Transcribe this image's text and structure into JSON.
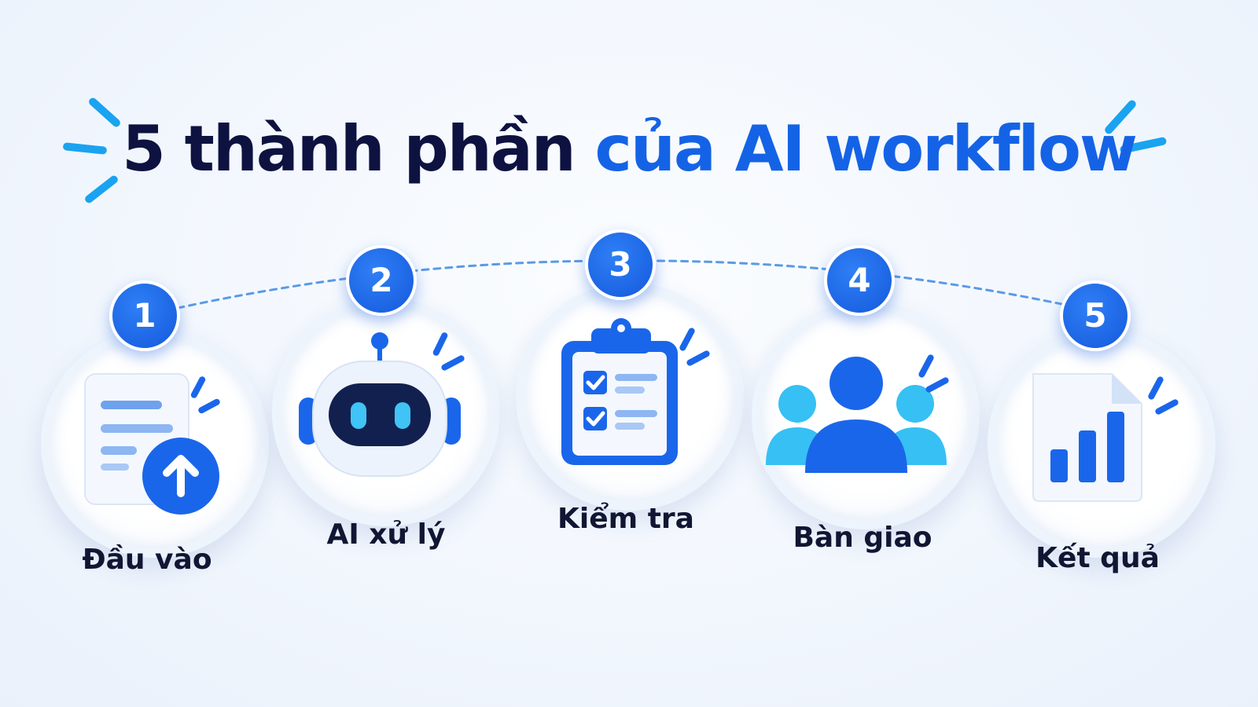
{
  "title": {
    "part1": "5 thành phần",
    "part2": "của AI workflow"
  },
  "colors": {
    "title_dark": "#0e1240",
    "title_blue": "#1463e6",
    "accent_blue": "#1b6cf0",
    "accent_cyan": "#2bb6f2",
    "badge_blue": "#1b66ea"
  },
  "steps": [
    {
      "number": "1",
      "label": "Đầu vào",
      "icon": "document-upload-icon"
    },
    {
      "number": "2",
      "label": "AI xử lý",
      "icon": "robot-icon"
    },
    {
      "number": "3",
      "label": "Kiểm tra",
      "icon": "clipboard-checklist-icon"
    },
    {
      "number": "4",
      "label": "Bàn giao",
      "icon": "team-users-icon"
    },
    {
      "number": "5",
      "label": "Kết quả",
      "icon": "report-chart-icon"
    }
  ]
}
